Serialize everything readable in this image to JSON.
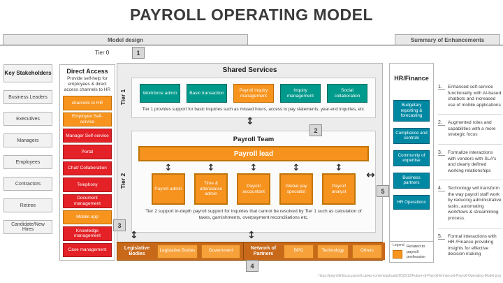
{
  "title": "PAYROLL OPERATING MODEL",
  "tabs": {
    "model_design": "Model design",
    "summary": "Summary of Enhancements"
  },
  "tier0": {
    "label": "Tier 0",
    "badge": "1"
  },
  "stakeholders": {
    "title": "Key Stakeholders",
    "items": [
      "Business Leaders",
      "Executives",
      "Managers",
      "Employees",
      "Contractors",
      "Retiree",
      "Candidate/New Hires"
    ]
  },
  "direct_access": {
    "title": "Direct Access",
    "description": "Provide self-help for employees & direct access channels to HR",
    "channels": [
      {
        "label": "channels to HR",
        "related_to_payroll": true
      },
      {
        "label": "Employee Self-service",
        "related_to_payroll": true
      },
      {
        "label": "Manager Self-service",
        "related_to_payroll": false
      },
      {
        "label": "Portal",
        "related_to_payroll": false
      },
      {
        "label": "Chat/ Collaboration",
        "related_to_payroll": false
      },
      {
        "label": "Telephony",
        "related_to_payroll": false
      },
      {
        "label": "Document management",
        "related_to_payroll": false
      },
      {
        "label": "Mobile app",
        "related_to_payroll": true
      },
      {
        "label": "Knowledge management",
        "related_to_payroll": false
      },
      {
        "label": "Case management",
        "related_to_payroll": false
      }
    ]
  },
  "shared_services": {
    "title": "Shared Services",
    "tier_label": "Tier 1",
    "badge": "2",
    "roles": [
      {
        "label": "Workforce admin",
        "related_to_payroll": false
      },
      {
        "label": "Basic transaction",
        "related_to_payroll": false
      },
      {
        "label": "Payroll inquiry management",
        "related_to_payroll": true
      },
      {
        "label": "Inquiry management",
        "related_to_payroll": false
      },
      {
        "label": "Social collaboration",
        "related_to_payroll": false
      }
    ],
    "description": "Tier 1 provides support for basic inquiries such as missed hours, access to pay statements, year-end inquiries, etc."
  },
  "payroll_team": {
    "title": "Payroll Team",
    "tier_label": "Tier 2",
    "badge": "3",
    "lead": "Payroll lead",
    "roles": [
      "Payroll admin",
      "Time & attendance admin",
      "Payroll accountant",
      "Global pay specialist",
      "Payroll analyst"
    ],
    "description": "Tier 2 support in-depth payroll support for inquiries that cannot be resolved by Tier 1 such as calculation of taxes, garnishments, overpayment reconciliations etc."
  },
  "network_partners": {
    "badge": "4",
    "left_label": "Legislative Bodies",
    "left_items": [
      "Legislative Bodies",
      "Government"
    ],
    "right_label": "Network of Partners",
    "right_items": [
      "BPO",
      "Technology",
      "Others"
    ]
  },
  "hr_finance": {
    "title": "HR/Finance",
    "badge": "5",
    "items": [
      "Budgetary reporting & forecasting",
      "Compliance and controls",
      "Community of expertise",
      "Business partners",
      "HR Operations"
    ]
  },
  "legend": {
    "label": "Legend",
    "text": "Related to payroll profession",
    "swatch_color": "#f7941e"
  },
  "enhancements": {
    "items": [
      {
        "num": "1.",
        "text": "Enhanced self-service functionality with AI-based chatbots and increased use of mobile applications"
      },
      {
        "num": "2.",
        "text": "Augmented roles and capabilities with a more strategic focus"
      },
      {
        "num": "3.",
        "text": "Formalize interactions with vendors with SLA's and clearly defined working relationships"
      },
      {
        "num": "4.",
        "text": "Technology will transform the way payroll staff work by reducing administrative tasks, automating workflows & streamlining process."
      },
      {
        "num": "5.",
        "text": "Formal interactions with HR /Finance providing insights for effective decision making"
      }
    ]
  },
  "icons": {
    "v_arrow": "↕",
    "h_arrow": "↔"
  },
  "source_url": "https://payrollinfocus.payroll.ca/wp-content/uploads/2020/12/Future-of-Payroll-Enhanced-Payroll-Operating-Model.png",
  "colors": {
    "payroll_orange": "#f7941e",
    "red": "#e32126",
    "teal": "#009a8c",
    "hr_teal": "#0088a3",
    "bar_orange": "#c8691a"
  }
}
